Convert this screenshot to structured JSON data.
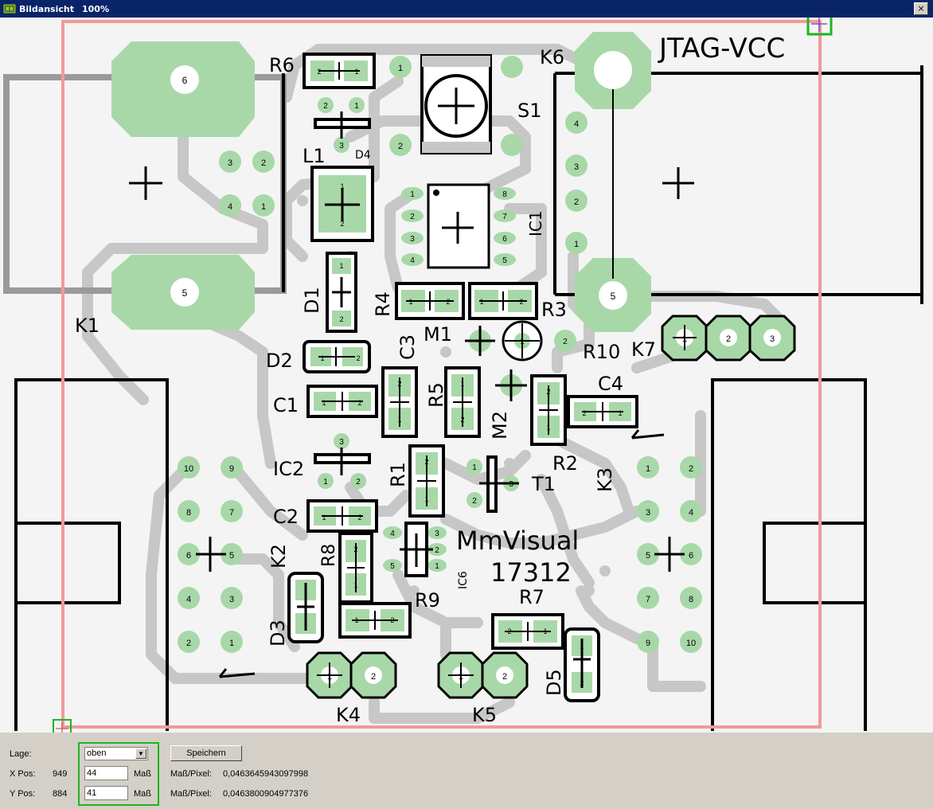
{
  "window": {
    "title": "Bildansicht",
    "zoom": "100%",
    "close_label": "×"
  },
  "pcb": {
    "frame_color": "#f29a9a",
    "pad_color": "#a8d8a8",
    "trace_color": "#c7c7c7",
    "labels": {
      "jtag": "JTAG-VCC",
      "k6": "K6",
      "k1": "K1",
      "k7": "K7",
      "k2": "K2",
      "k3": "K3",
      "k4": "K4",
      "k5": "K5",
      "r6": "R6",
      "s1": "S1",
      "l1": "L1",
      "d4": "D4",
      "ic1": "IC1",
      "d1": "D1",
      "r4": "R4",
      "r3": "R3",
      "m1": "M1",
      "r10": "R10",
      "d2": "D2",
      "c3": "C3",
      "c1": "C1",
      "r5": "R5",
      "c4": "C4",
      "m2": "M2",
      "ic2": "IC2",
      "r1": "R1",
      "t1": "T1",
      "r2": "R2",
      "c2": "C2",
      "r8": "R8",
      "ic6": "IC6",
      "d3": "D3",
      "r9": "R9",
      "r7": "R7",
      "d5": "D5",
      "brand": "MmVisual",
      "code": "17312"
    }
  },
  "panel": {
    "lage_label": "Lage:",
    "lage_value": "oben",
    "save_label": "Speichern",
    "xpos_label": "X Pos:",
    "xpos_value": "949",
    "ypos_label": "Y Pos:",
    "ypos_value": "884",
    "x_input": "44",
    "y_input": "41",
    "unit": "Maß",
    "scale_label": "Maß/Pixel:",
    "x_scale": "0,0463645943097998",
    "y_scale": "0,0463800904977376"
  }
}
